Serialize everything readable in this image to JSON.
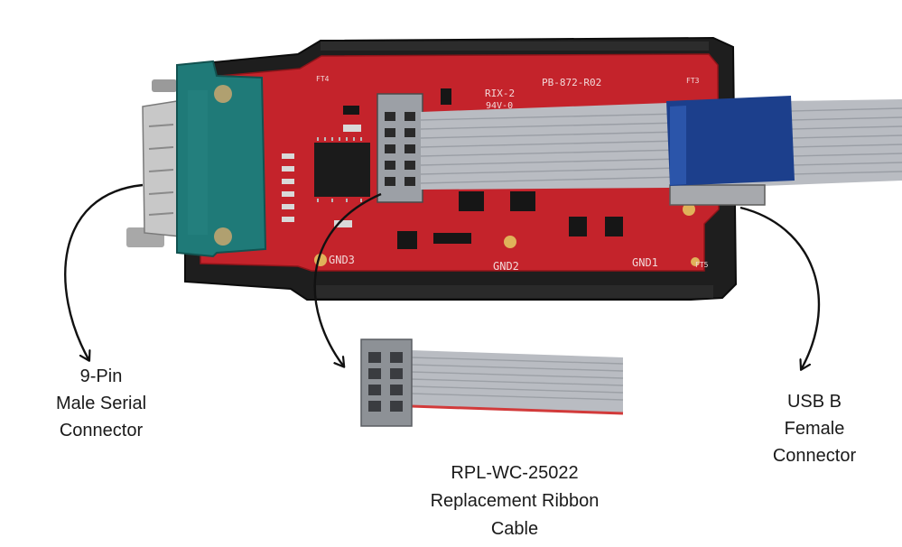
{
  "colors": {
    "pcb": "#c4232b",
    "enclosure": "#1e1e1e",
    "db9_shell": "#1f7a78",
    "ribbon": "#b9bcc2",
    "usb_sleeve": "#1c3f8c",
    "arrow": "#111111"
  },
  "board": {
    "part_number": "PB-872-R02",
    "rev_mark": "RIX-2",
    "rating": "94V-0",
    "pads": [
      "GND3",
      "GND2",
      "GND1"
    ],
    "test_points": [
      "FT4",
      "FT3",
      "FT5"
    ]
  },
  "labels": {
    "serial": [
      "9-Pin",
      "Male Serial",
      "Connector"
    ],
    "usb": [
      "USB B",
      "Female",
      "Connector"
    ],
    "ribbon": [
      "RPL-WC-25022",
      "Replacement Ribbon",
      "Cable"
    ]
  }
}
